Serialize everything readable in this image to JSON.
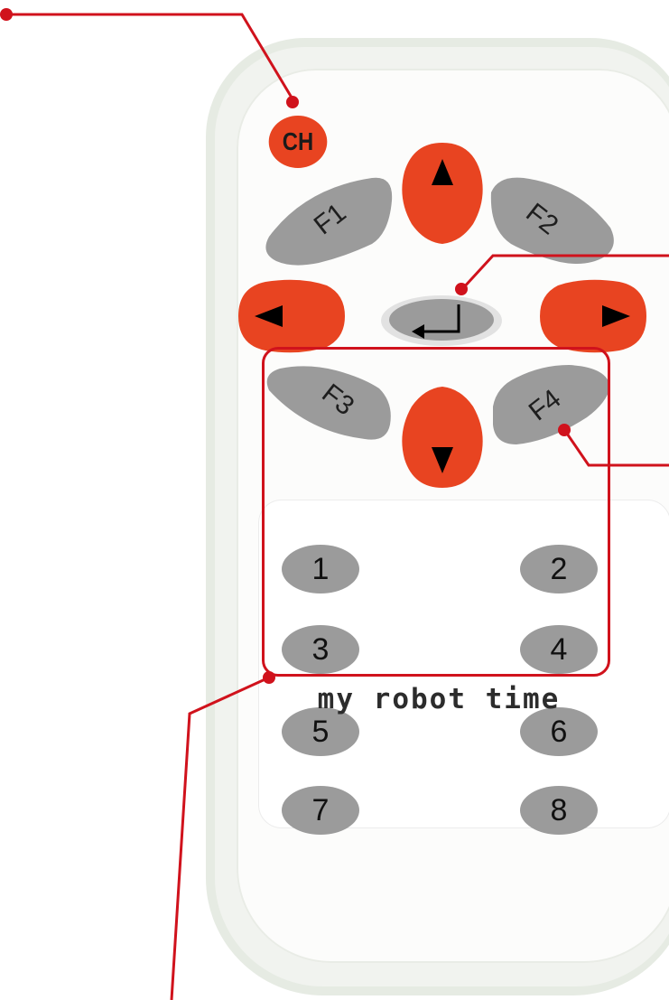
{
  "remote": {
    "ch_label": "CH",
    "function_keys": [
      "F1",
      "F2",
      "F3",
      "F4"
    ],
    "number_keys": [
      "1",
      "2",
      "3",
      "4",
      "5",
      "6",
      "7",
      "8"
    ],
    "brand_text": "my robot time"
  },
  "colors": {
    "orange": "#e84421",
    "gray": "#9b9b9b",
    "callout_red": "#d0121c",
    "body": "#f1f3ef"
  },
  "icons": {
    "up": "arrow-up-icon",
    "down": "arrow-down-icon",
    "left": "arrow-left-icon",
    "right": "arrow-right-icon",
    "enter": "enter-return-icon"
  }
}
